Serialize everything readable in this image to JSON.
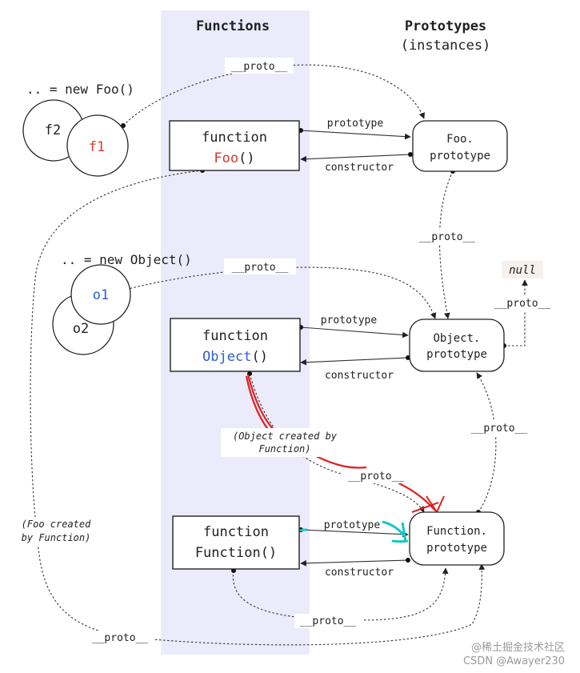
{
  "headers": {
    "functions": "Functions",
    "prototypes": "Prototypes",
    "instances": "(instances)"
  },
  "instances": {
    "foo_caption": ".. = new Foo()",
    "object_caption": ".. = new Object()",
    "f1": "f1",
    "f2": "f2",
    "o1": "o1",
    "o2": "o2"
  },
  "functions": {
    "keyword": "function",
    "foo": "Foo",
    "object": "Object",
    "function": "Function()",
    "parens": "()"
  },
  "prototypes": {
    "foo_line1": "Foo.",
    "foo_line2": "prototype",
    "object_line1": "Object.",
    "object_line2": "prototype",
    "function_line1": "Function.",
    "function_line2": "prototype",
    "null": "null"
  },
  "labels": {
    "proto": "__proto__",
    "prototype": "prototype",
    "constructor": "constructor",
    "object_created_line1": "(Object created by",
    "object_created_line2": "Function)",
    "foo_created_line1": "(Foo created",
    "foo_created_line2": "by Function)"
  },
  "watermark": {
    "line1": "@稀土掘金技术社区",
    "line2": "CSDN @Awayer230"
  },
  "colors": {
    "function_band": "#ebebfb",
    "foo_red": "#d83a2a",
    "object_blue": "#2f5bd6",
    "annotation_red": "#e02020",
    "annotation_cyan": "#16c8c8"
  }
}
